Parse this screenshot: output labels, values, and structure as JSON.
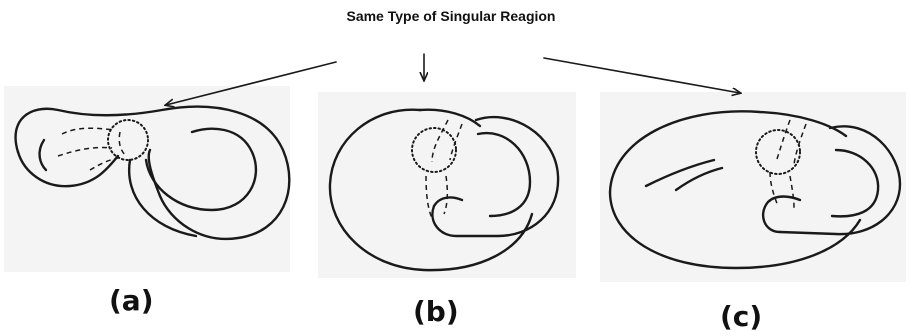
{
  "title": "Same Type of Singular Reagion",
  "panels": [
    {
      "label": "(a)"
    },
    {
      "label": "(b)"
    },
    {
      "label": "(c)"
    }
  ]
}
